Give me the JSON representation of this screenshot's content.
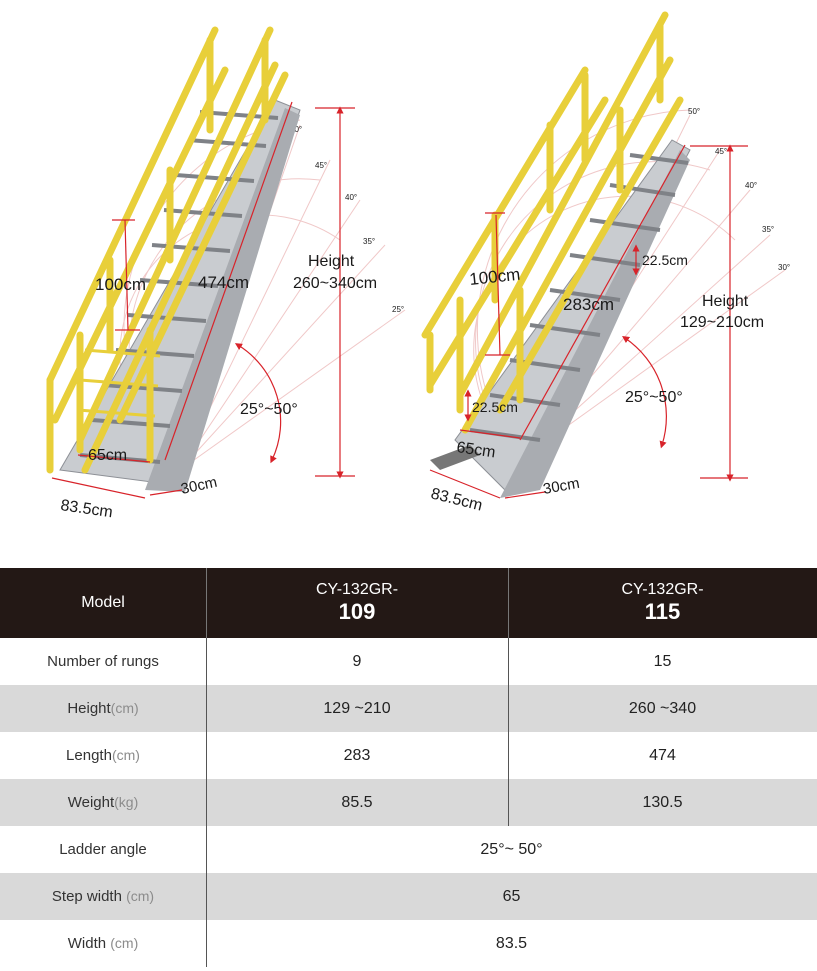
{
  "figures": {
    "left": {
      "handrail_height": "100cm",
      "length": "474cm",
      "height_label": "Height",
      "height_range": "260~340cm",
      "angle": "25°~50°",
      "step_width": "65cm",
      "width": "83.5cm",
      "depth": "30cm",
      "protractor_ticks": [
        "50°",
        "45°",
        "40°",
        "35°",
        "25°"
      ]
    },
    "right": {
      "handrail_height": "100cm",
      "length": "283cm",
      "rise_top": "22.5cm",
      "rise_bottom": "22.5cm",
      "height_label": "Height",
      "height_range": "129~210cm",
      "angle": "25°~50°",
      "step_width": "65cm",
      "width": "83.5cm",
      "depth": "30cm",
      "protractor_ticks": [
        "50°",
        "45°",
        "40°",
        "35°",
        "30°"
      ]
    },
    "colors": {
      "rail": "#e8cf3a",
      "rail_shade": "#b89a17",
      "steel": "#b9bcc0",
      "dimension": "#d8232a"
    }
  },
  "table": {
    "header": {
      "label": "Model",
      "model_a_prefix": "CY-132GR-",
      "model_a_number": "109",
      "model_b_prefix": "CY-132GR-",
      "model_b_number": "115"
    },
    "rows": [
      {
        "label": "Number of rungs",
        "unit": "",
        "a": "9",
        "b": "15"
      },
      {
        "label": "Height",
        "unit": "(cm)",
        "a": "129 ~210",
        "b": "260 ~340"
      },
      {
        "label": "Length",
        "unit": "(cm)",
        "a": "283",
        "b": "474"
      },
      {
        "label": "Weight",
        "unit": "(kg)",
        "a": "85.5",
        "b": "130.5"
      }
    ],
    "merged_rows": [
      {
        "label": "Ladder angle",
        "unit": "",
        "value": "25°~ 50°"
      },
      {
        "label": "Step width ",
        "unit": "(cm)",
        "value": "65"
      },
      {
        "label": "Width ",
        "unit": "(cm)",
        "value": "83.5"
      }
    ]
  }
}
